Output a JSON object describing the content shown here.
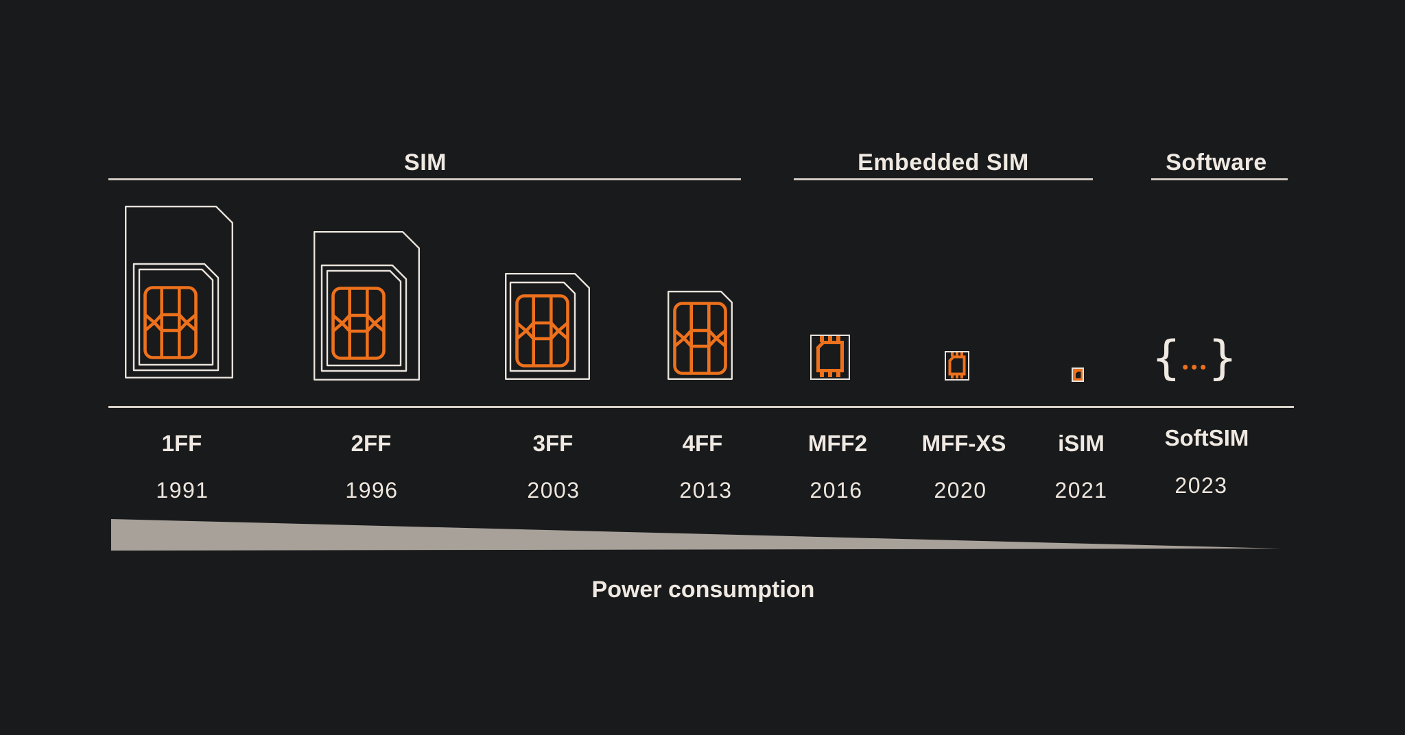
{
  "colors": {
    "background": "#191A1C",
    "text_cream": "#EFE9E2",
    "outline_cream": "#E9E3DB",
    "accent_orange": "#ED711C",
    "wedge_gray": "#A8A199"
  },
  "groups": [
    {
      "label": "SIM"
    },
    {
      "label": "Embedded SIM"
    },
    {
      "label": "Software"
    }
  ],
  "items": [
    {
      "name": "1FF",
      "year": "1991",
      "icon": "sim-card-full-size"
    },
    {
      "name": "2FF",
      "year": "1996",
      "icon": "sim-card-mini"
    },
    {
      "name": "3FF",
      "year": "2003",
      "icon": "sim-card-micro"
    },
    {
      "name": "4FF",
      "year": "2013",
      "icon": "sim-card-nano"
    },
    {
      "name": "MFF2",
      "year": "2016",
      "icon": "embedded-chip"
    },
    {
      "name": "MFF-XS",
      "year": "2020",
      "icon": "embedded-chip-small"
    },
    {
      "name": "iSIM",
      "year": "2021",
      "icon": "integrated-sim-chip"
    },
    {
      "name": "SoftSIM",
      "year": "2023",
      "icon": "software-braces"
    }
  ],
  "softsim_icon": {
    "left_brace": "{",
    "right_brace": "}"
  },
  "axis": {
    "label": "Power consumption"
  }
}
